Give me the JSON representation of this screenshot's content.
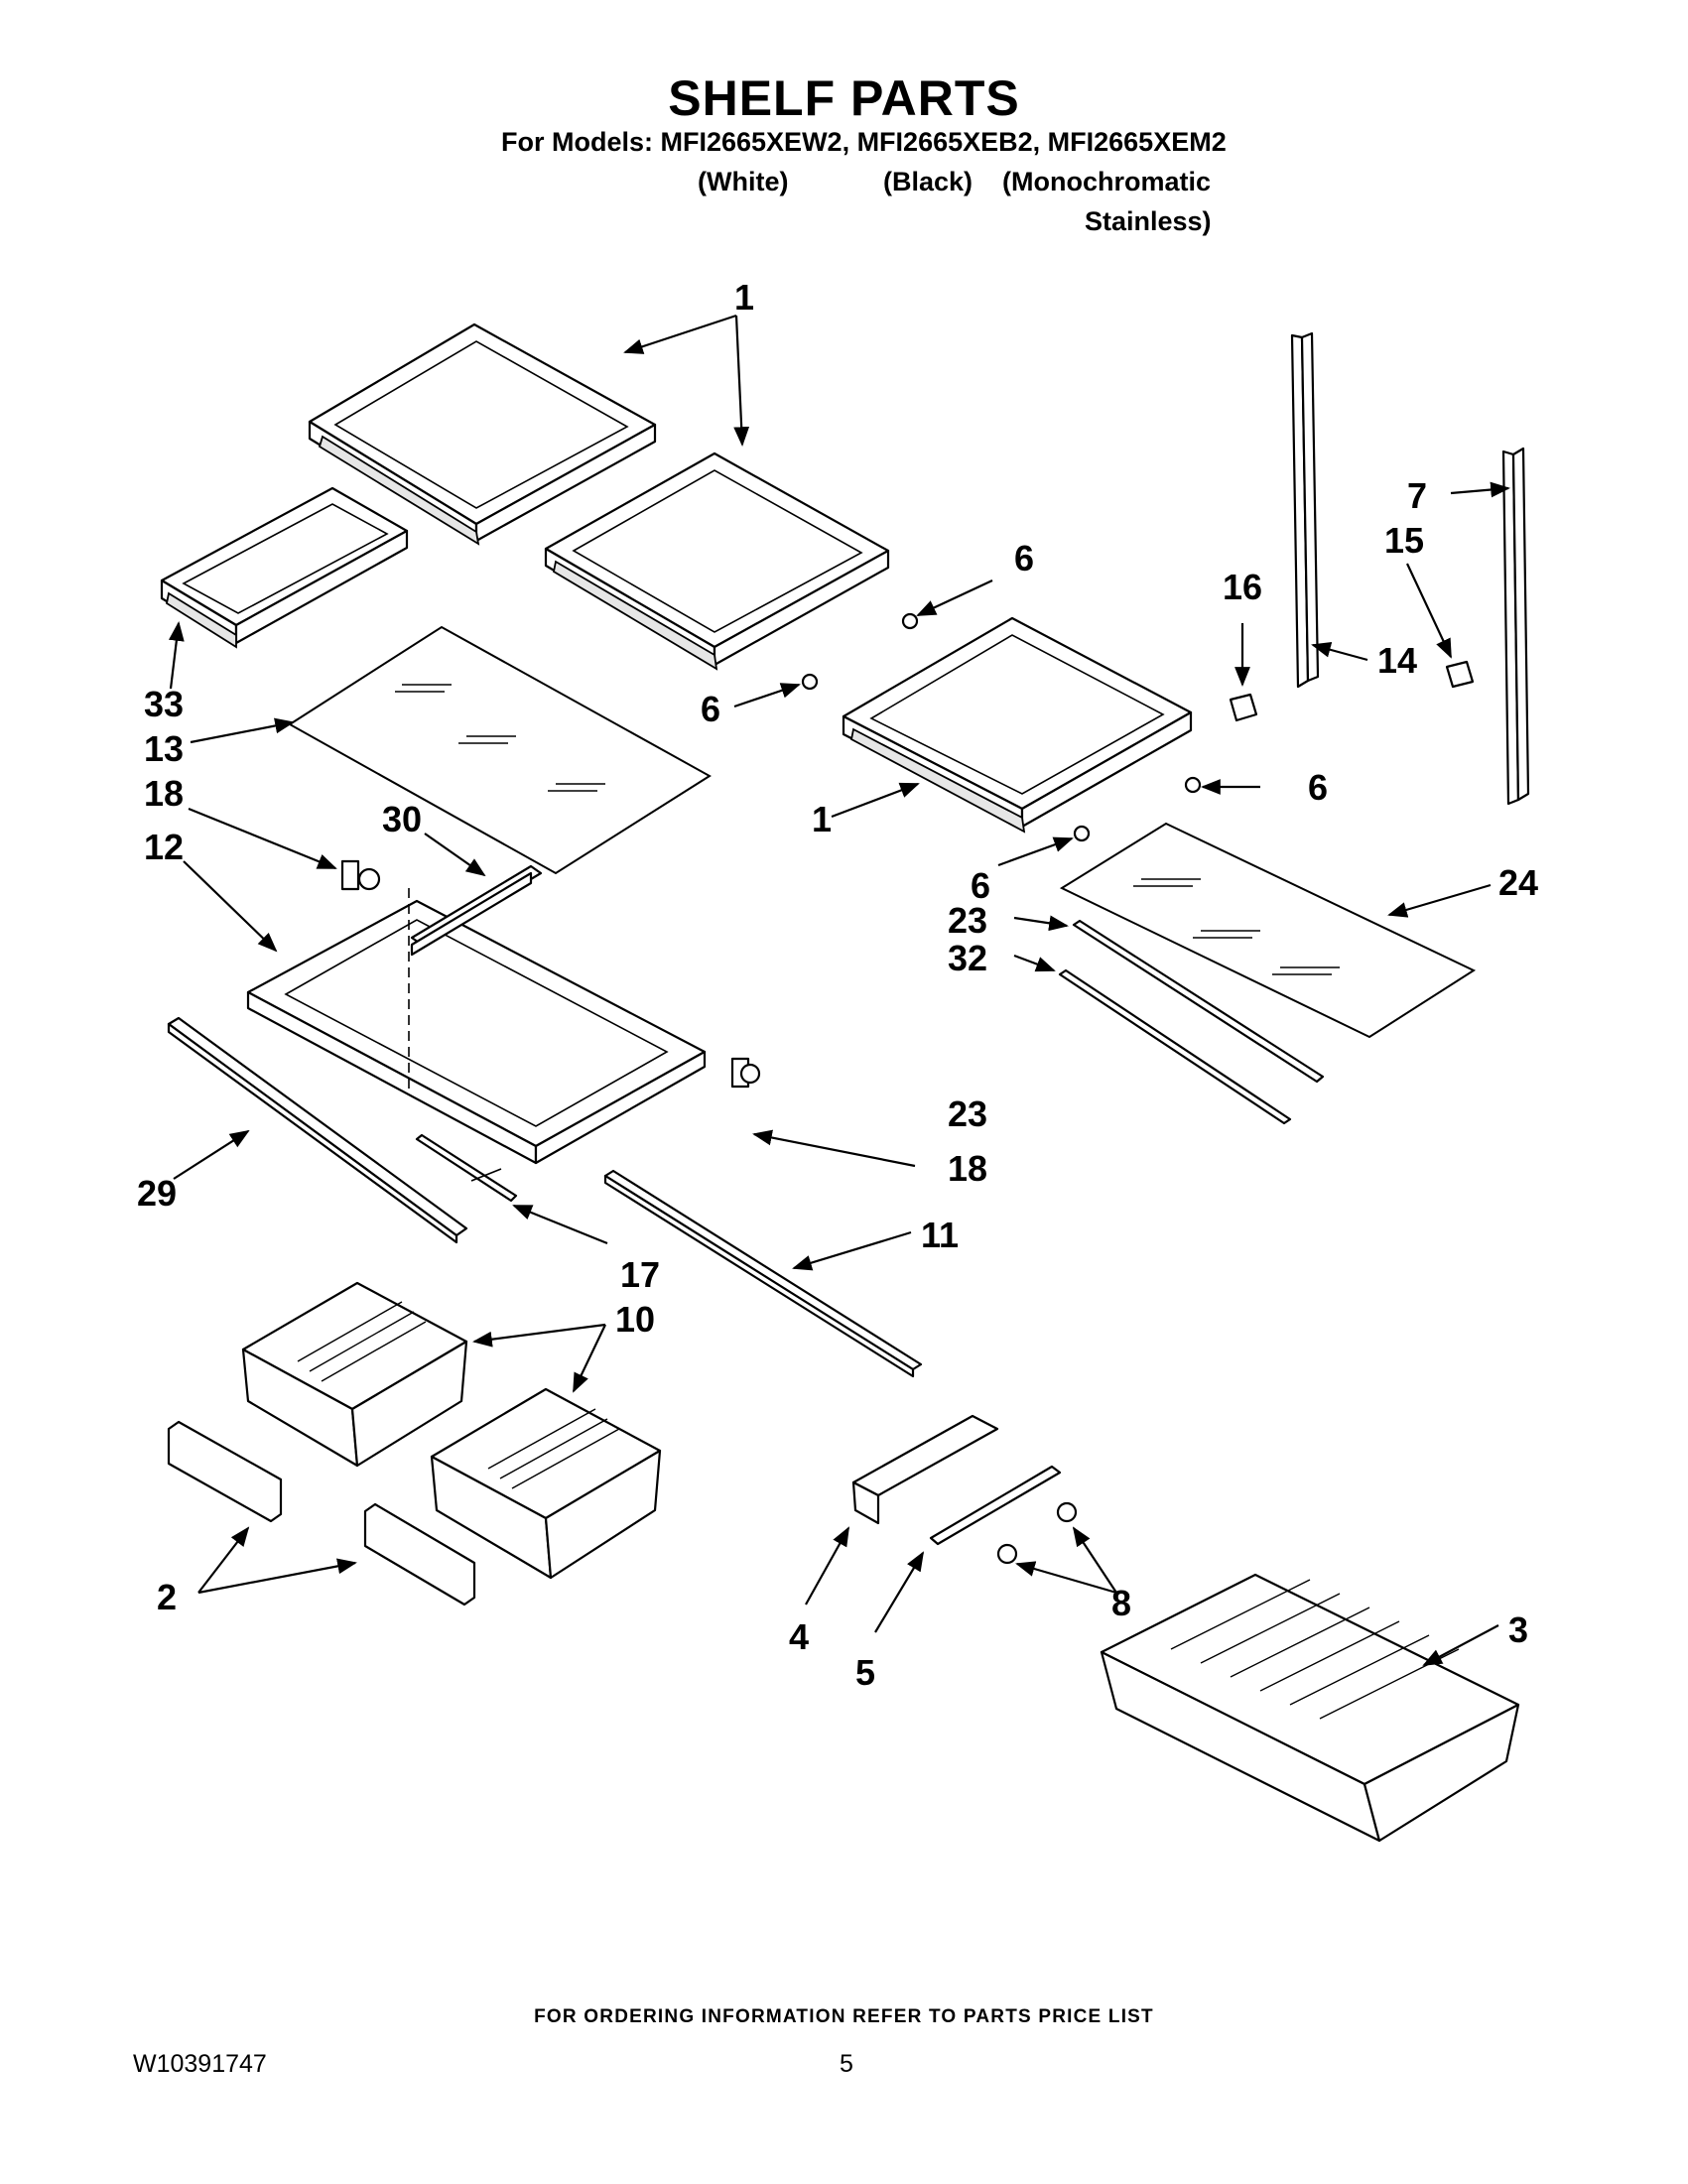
{
  "header": {
    "title": "SHELF PARTS",
    "subtitle": "For Models: MFI2665XEW2, MFI2665XEB2, MFI2665XEM2",
    "color_white": "(White)",
    "color_black": "(Black)",
    "color_mono_1": "(Monochromatic",
    "color_mono_2": "Stainless)"
  },
  "callouts": {
    "c1_top": "1",
    "c1_mid": "1",
    "c33": "33",
    "c13": "13",
    "c18_top": "18",
    "c30": "30",
    "c12": "12",
    "c6_a": "6",
    "c6_b": "6",
    "c6_c": "6",
    "c6_d": "6",
    "c16": "16",
    "c7": "7",
    "c15": "15",
    "c14": "14",
    "c24": "24",
    "c23_top": "23",
    "c32": "32",
    "c23_bottom": "23",
    "c18_bottom": "18",
    "c29": "29",
    "c17": "17",
    "c11": "11",
    "c10": "10",
    "c2": "2",
    "c4": "4",
    "c5": "5",
    "c8": "8",
    "c3": "3"
  },
  "footer": {
    "ordering_note": "FOR ORDERING INFORMATION REFER TO PARTS PRICE LIST",
    "doc_number": "W10391747",
    "page_number": "5"
  }
}
